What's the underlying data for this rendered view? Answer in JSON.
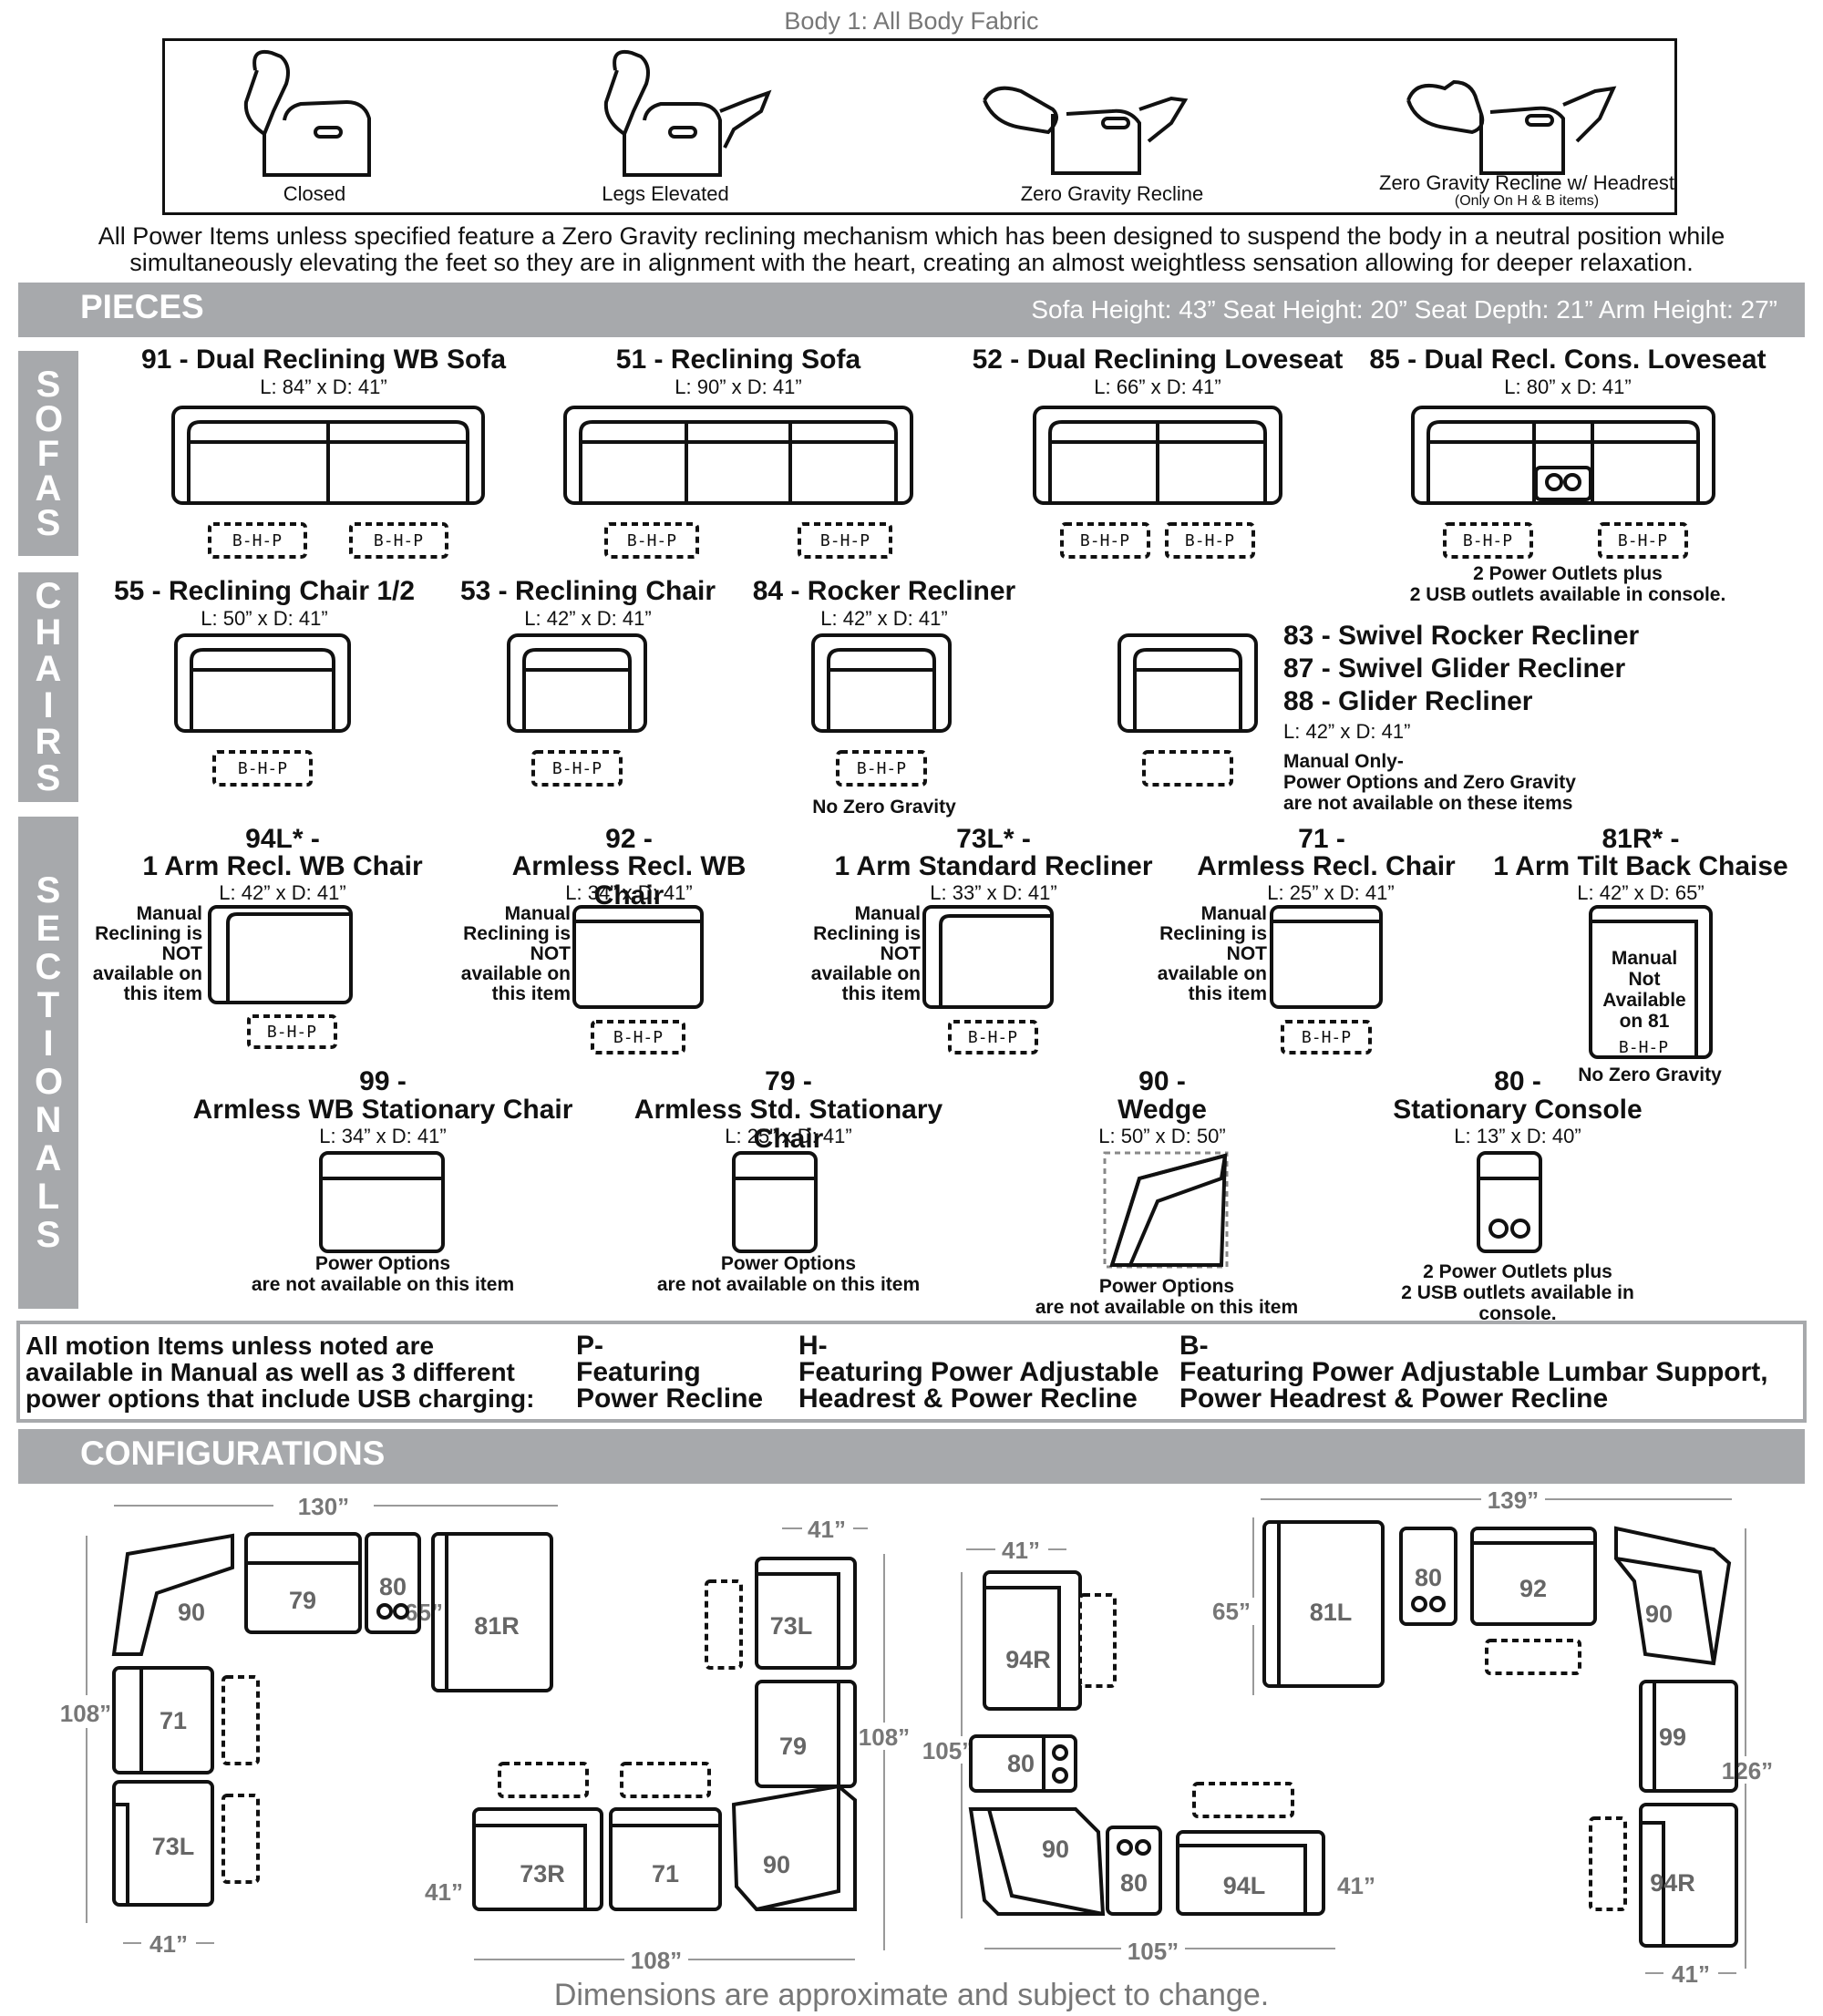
{
  "body_header": "Body 1: All Body Fabric",
  "positions": [
    {
      "label": "Closed"
    },
    {
      "label": "Legs Elevated"
    },
    {
      "label": "Zero Gravity Recline"
    },
    {
      "label": "Zero Gravity Recline w/ Headrest",
      "sub": "(Only On H & B items)"
    }
  ],
  "description": "All Power Items unless specified feature a Zero Gravity reclining mechanism which has been designed to suspend the body in a neutral position while simultaneously elevating the feet so they are in alignment with the heart, creating an almost weightless sensation allowing for deeper relaxation.",
  "pieces_bar": {
    "title": "PIECES",
    "specs": "Sofa Height: 43”   Seat Height: 20”   Seat Depth: 21”   Arm Height: 27”"
  },
  "sections": {
    "sofas": "SOFAS",
    "chairs": "CHAIRS",
    "sectionals": "SECTIONALS"
  },
  "power_tag": "B-H-P",
  "sofas": [
    {
      "name": "91 - Dual Reclining WB Sofa",
      "dims": "L: 84” x D: 41”"
    },
    {
      "name": "51 - Reclining Sofa",
      "dims": "L: 90” x D: 41”"
    },
    {
      "name": "52 - Dual Reclining Loveseat",
      "dims": "L: 66” x D: 41”"
    },
    {
      "name": "85 - Dual Recl. Cons. Loveseat",
      "dims": "L: 80” x D: 41”",
      "note": "2 Power Outlets plus\n2 USB outlets available in console."
    }
  ],
  "chairs": [
    {
      "name": "55 - Reclining Chair 1/2",
      "dims": "L: 50” x D: 41”"
    },
    {
      "name": "53 - Reclining Chair",
      "dims": "L: 42” x D: 41”"
    },
    {
      "name": "84 - Rocker Recliner",
      "dims": "L: 42” x D: 41”",
      "note": "No Zero Gravity"
    }
  ],
  "chair_group": {
    "names": [
      "83 - Swivel Rocker Recliner",
      "87 - Swivel Glider Recliner",
      "88 - Glider Recliner"
    ],
    "dims": "L: 42” x D: 41”",
    "note": "Manual Only-\nPower Options and Zero Gravity\nare not available on these items"
  },
  "sectionals_row1": [
    {
      "num": "94L* -",
      "name": "1 Arm Recl. WB Chair",
      "dims": "L: 42” x D: 41”",
      "manual": "Manual\nReclining is\nNOT\navailable on\nthis item"
    },
    {
      "num": "92 -",
      "name": "Armless Recl. WB Chair",
      "dims": "L: 34” x D: 41”",
      "manual": "Manual\nReclining is\nNOT\navailable on\nthis item"
    },
    {
      "num": "73L* -",
      "name": "1 Arm Standard Recliner",
      "dims": "L: 33” x D: 41”",
      "manual": "Manual\nReclining is\nNOT\navailable on\nthis item"
    },
    {
      "num": "71 -",
      "name": "Armless Recl. Chair",
      "dims": "L: 25” x D: 41”",
      "manual": "Manual\nReclining is\nNOT\navailable on\nthis item"
    },
    {
      "num": "81R* -",
      "name": "1 Arm Tilt Back Chaise",
      "dims": "L: 42” x D: 65”",
      "inner": "Manual\nNot\nAvailable\non 81",
      "note": "No Zero Gravity"
    }
  ],
  "sectionals_row2": [
    {
      "num": "99 -",
      "name": "Armless WB Stationary Chair",
      "dims": "L: 34” x D: 41”",
      "note": "Power Options\nare not available on this item"
    },
    {
      "num": "79 -",
      "name": "Armless Std. Stationary Chair",
      "dims": "L: 25” x D: 41”",
      "note": "Power Options\nare not available on this item"
    },
    {
      "num": "90 -",
      "name": "Wedge",
      "dims": "L: 50” x D: 50”",
      "note": "Power Options\nare not available on this item"
    },
    {
      "num": "80 -",
      "name": "Stationary Console",
      "dims": "L: 13” x D: 40”",
      "note": "2 Power Outlets plus\n2 USB outlets available in\nconsole."
    }
  ],
  "options": {
    "intro": "All motion Items unless noted are\navailable in Manual as well as 3 different\npower options that include USB charging:",
    "items": [
      {
        "code": "P-",
        "text": "Featuring\nPower Recline"
      },
      {
        "code": "H-",
        "text": "Featuring Power Adjustable\nHeadrest & Power Recline"
      },
      {
        "code": "B-",
        "text": "Featuring Power Adjustable Lumbar Support,\nPower Headrest &  Power Recline"
      }
    ]
  },
  "configurations_bar": {
    "title": "CONFIGURATIONS"
  },
  "configurations": [
    {
      "width": "130”",
      "side": "108”",
      "right": "65”",
      "bottom": "41”",
      "pieces": [
        "90",
        "79",
        "80",
        "81R",
        "71",
        "73L"
      ]
    },
    {
      "top": "41”",
      "right": "108”",
      "left": "41”",
      "bottom": "108”",
      "pieces": [
        "73L",
        "79",
        "90",
        "71",
        "73R"
      ]
    },
    {
      "top": "41”",
      "left": "105”",
      "right": "41”",
      "bottom": "105”",
      "pieces": [
        "94R",
        "80",
        "90",
        "80",
        "94L"
      ]
    },
    {
      "width": "139”",
      "left": "65”",
      "right": "126”",
      "bottom": "41”",
      "pieces": [
        "81L",
        "80",
        "92",
        "90",
        "99",
        "94R"
      ]
    }
  ],
  "footer": "Dimensions are approximate and subject to change."
}
